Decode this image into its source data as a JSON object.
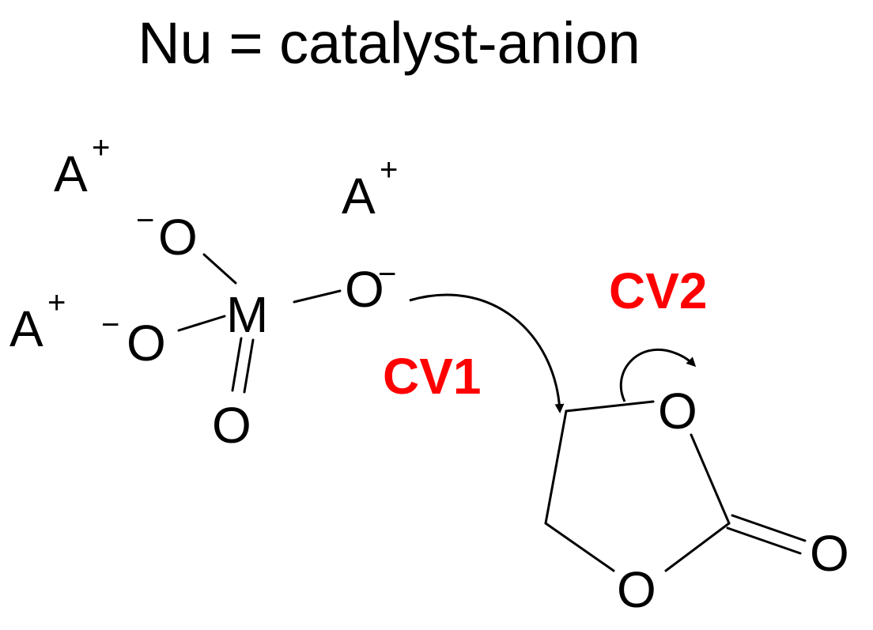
{
  "title": "Nu = catalyst-anion",
  "species": {
    "cation_symbol": "A",
    "charge_plus": "+",
    "charge_minus": "−",
    "metal": "M",
    "oxygen": "O"
  },
  "labels": {
    "cv1": "CV1",
    "cv2": "CV2"
  },
  "colors": {
    "text": "#000000",
    "cv_label": "#ff0000"
  }
}
